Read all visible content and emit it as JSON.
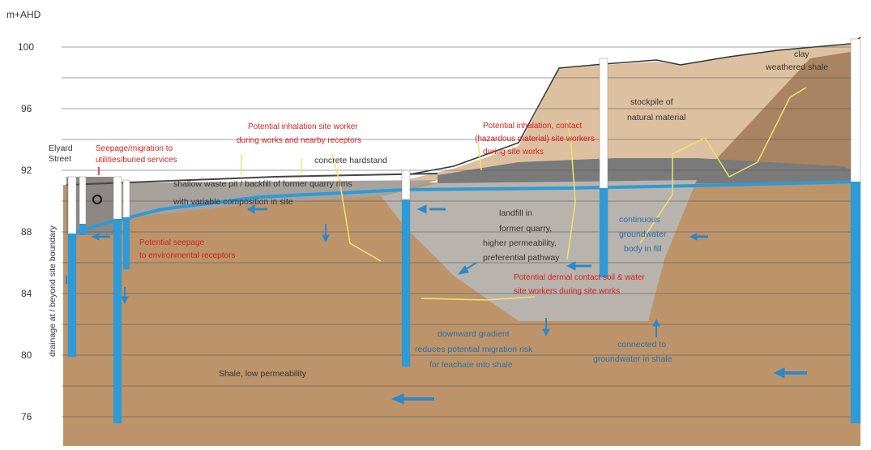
{
  "axis": {
    "unit": "m+AHD",
    "ticks": [
      "100",
      "96",
      "92",
      "88",
      "84",
      "80",
      "76"
    ]
  },
  "side_label": "drainage at / beyond site boundary",
  "street": [
    "Elyard",
    "Street"
  ],
  "labels": {
    "clay": "clay",
    "weathered_shale": "weathered shale",
    "stockpile": [
      "stockpile of",
      "natural material"
    ],
    "concrete": "concrete hardstand",
    "shallow_waste": [
      "shallow waste pit / backfill of former quarry rims",
      "with variable composition in site"
    ],
    "landfill": [
      "landfill in",
      "former quarry,",
      "higher permeability,",
      "preferential pathway"
    ],
    "groundwater": [
      "continuous",
      "groundwater",
      "body in fill"
    ],
    "downward": [
      "downward gradient",
      "reduces potential migration risk",
      "for leachate into shale"
    ],
    "connected": [
      "connected to",
      "groundwater in shale"
    ],
    "shale": "Shale, low permeability"
  },
  "risks": {
    "seepage_utilities": [
      "Seepage/migration to",
      "utilities/buried services"
    ],
    "inhalation": [
      "Potential inhalation site worker",
      "during works and nearby receptors"
    ],
    "inhalation_contact": [
      "Potential inhalation, contact",
      "(hazardous material) site workers",
      "during site works"
    ],
    "seepage_env": [
      "Potential seepage",
      "to environmental receptors"
    ],
    "dermal": [
      "Potential dermal contact soil & water",
      "site workers during site works"
    ]
  },
  "colors": {
    "shale": "#bd946a",
    "stockpile": "#ddc0a0",
    "landfill": "#b8b3ad",
    "fill_dark": "#7a7a7a",
    "water": "#2e9ad6",
    "risk": "#d32222",
    "pathway": "#f2e26a"
  }
}
